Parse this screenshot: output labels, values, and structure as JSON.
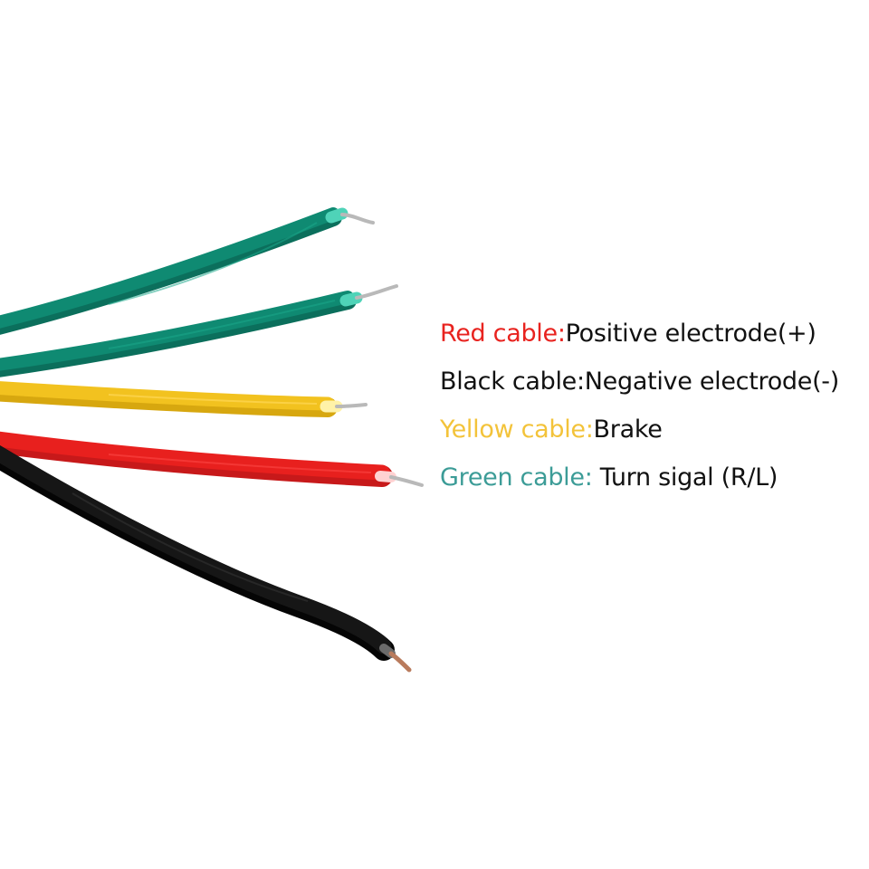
{
  "legend": {
    "items": [
      {
        "key": "Red cable:",
        "desc": "Positive electrode(+)",
        "color": "#e8231f"
      },
      {
        "key": "Black cable:",
        "desc": "Negative electrode(-)",
        "color": "#111111"
      },
      {
        "key": "Yellow cable:",
        "desc": "Brake",
        "color": "#f3c33a"
      },
      {
        "key": "Green cable: ",
        "desc": "Turn sigal (R/L)",
        "color": "#3c9c97"
      }
    ]
  },
  "wires": {
    "green_color": "#0f8a72",
    "yellow_color": "#f2c21f",
    "red_color": "#e8201e",
    "black_color": "#161616",
    "copper_color": "#b9b9b9"
  }
}
